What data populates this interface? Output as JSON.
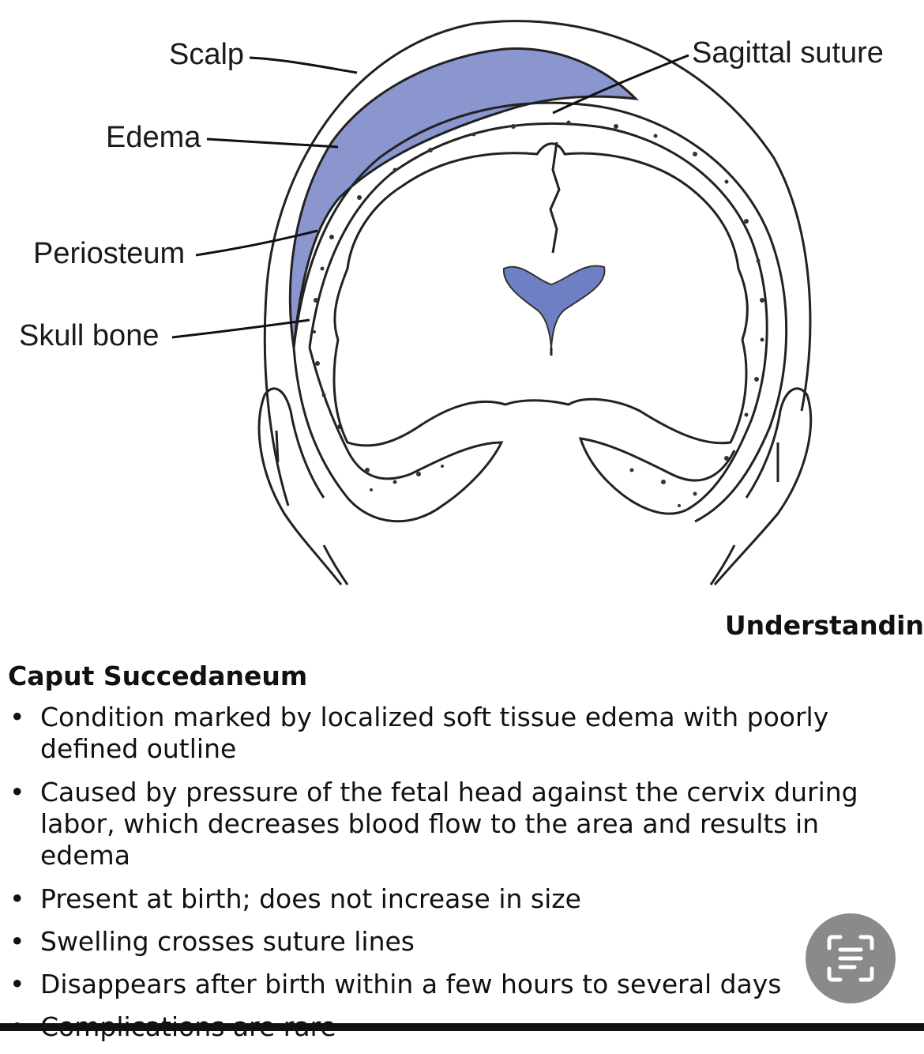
{
  "figure": {
    "labels": {
      "scalp": "Scalp",
      "edema": "Edema",
      "periosteum": "Periosteum",
      "skull_bone": "Skull bone",
      "sagittal_suture": "Sagittal suture"
    },
    "edema_color": "#8b96cf",
    "ventricle_color": "#6f7fc4"
  },
  "section_tag": "Understandin",
  "heading": "Caput Succedaneum",
  "bullets": [
    "Condition marked by localized soft tissue edema with poorly defined outline",
    "Caused by pressure of the fetal head against the cervix during labor, which decreases blood flow to the area and results in edema",
    "Present at birth; does not increase in size",
    "Swelling crosses suture lines",
    "Disappears after birth within a few hours to several days",
    "Complications are rare"
  ],
  "bullet_glyph": "•",
  "lens_button_icon": "scan-text-icon"
}
